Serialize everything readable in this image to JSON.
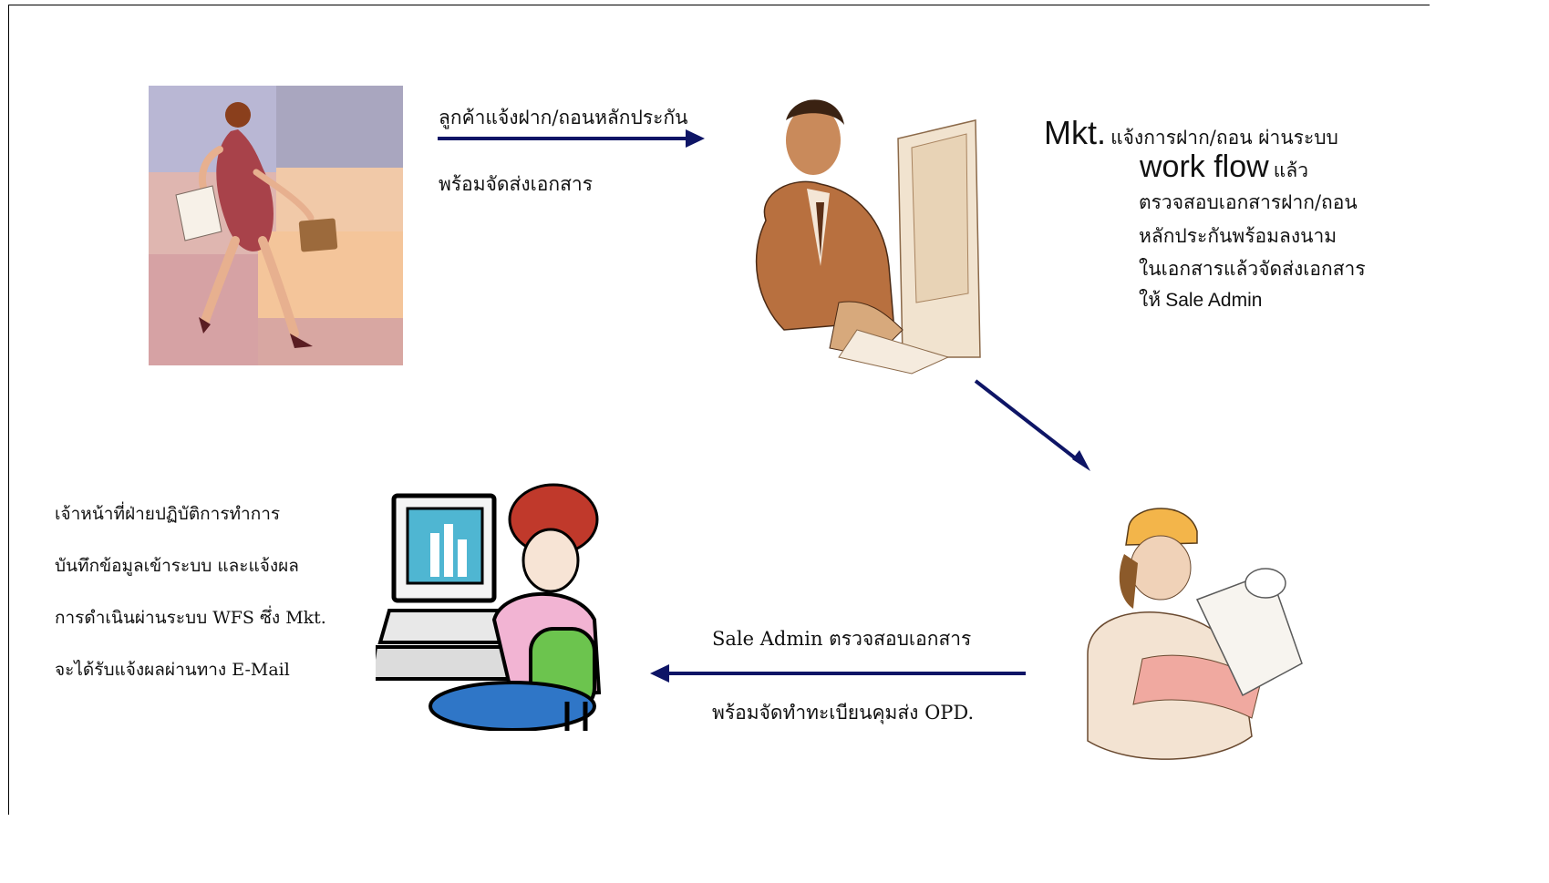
{
  "colors": {
    "arrow": "#0e1566",
    "frame": "#000000",
    "text": "#111111"
  },
  "figures": {
    "customer": "woman-walking-with-briefcase-icon",
    "marketing": "man-at-computer-icon",
    "sale_admin": "engineer-with-blueprint-icon",
    "operations": "woman-at-computer-icon"
  },
  "steps": {
    "customer_notify": {
      "line1": "ลูกค้าแจ้งฝาก/ถอนหลักประกัน",
      "line2": "พร้อมจัดส่งเอกสาร"
    },
    "marketing": {
      "prefix": "Mkt.",
      "line1_rest": "แจ้งการฝาก/ถอน ผ่านระบบ",
      "line2_big": "work flow",
      "line2_rest": "แล้ว",
      "line3": "ตรวจสอบเอกสารฝาก/ถอน",
      "line4": "หลักประกันพร้อมลงนาม",
      "line5": "ในเอกสารแล้วจัดส่งเอกสาร",
      "line6_thai": "ให้",
      "line6_rest": "Sale Admin"
    },
    "sale_admin": {
      "line1": "Sale Admin ตรวจสอบเอกสาร",
      "line2": "พร้อมจัดทำทะเบียนคุมส่ง OPD."
    },
    "operations": {
      "line1": "เจ้าหน้าที่ฝ่ายปฏิบัติการทำการ",
      "line2": "บันทึกข้อมูลเข้าระบบ และแจ้งผล",
      "line3": "การดำเนินผ่านระบบ WFS  ซึ่ง Mkt.",
      "line4": "จะได้รับแจ้งผลผ่านทาง E-Mail"
    }
  }
}
